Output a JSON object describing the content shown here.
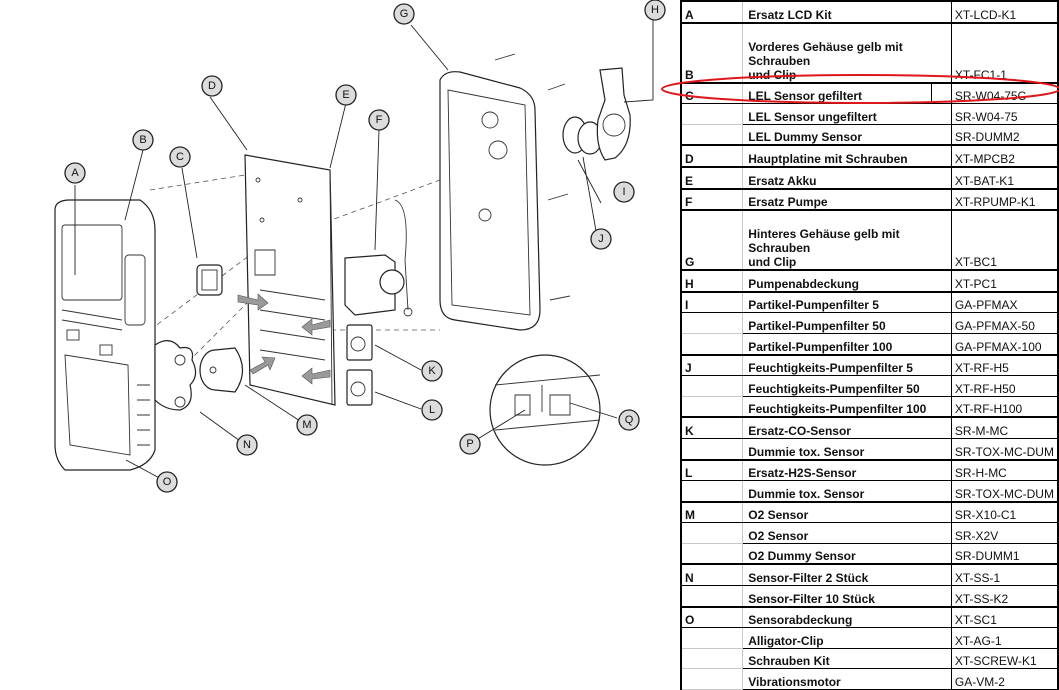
{
  "diagram": {
    "title": "Exploded view gas detector spare parts",
    "callouts": [
      "A",
      "B",
      "C",
      "D",
      "E",
      "F",
      "G",
      "H",
      "I",
      "J",
      "K",
      "L",
      "M",
      "N",
      "O",
      "P",
      "Q"
    ]
  },
  "table": {
    "highlight_color": "#e0161d",
    "highlighted_row": "C",
    "rows": [
      {
        "letter": "A",
        "name": "Ersatz LCD Kit",
        "code": "XT-LCD-K1"
      },
      {
        "letter": "B",
        "name": "Vorderes Gehäuse gelb mit Schrauben und Clip",
        "name_lines": [
          "Vorderes Gehäuse gelb mit",
          "Schrauben",
          "und Clip"
        ],
        "code": "XT-FC1-1"
      },
      {
        "letter": "C",
        "name": "LEL Sensor gefiltert",
        "code": "SR-W04-75C"
      },
      {
        "letter": "",
        "name": "LEL Sensor ungefiltert",
        "code": "SR-W04-75"
      },
      {
        "letter": "",
        "name": "LEL Dummy Sensor",
        "code": "SR-DUMM2"
      },
      {
        "letter": "D",
        "name": "Hauptplatine mit Schrauben",
        "code": "XT-MPCB2"
      },
      {
        "letter": "E",
        "name": "Ersatz Akku",
        "code": "XT-BAT-K1"
      },
      {
        "letter": "F",
        "name": "Ersatz Pumpe",
        "code": "XT-RPUMP-K1"
      },
      {
        "letter": "G",
        "name": "Hinteres Gehäuse gelb mit Schrauben und Clip",
        "name_lines": [
          "Hinteres Gehäuse gelb mit",
          "Schrauben",
          "und Clip"
        ],
        "code": "XT-BC1"
      },
      {
        "letter": "H",
        "name": "Pumpenabdeckung",
        "code": "XT-PC1"
      },
      {
        "letter": "I",
        "name": "Partikel-Pumpenfilter 5",
        "code": "GA-PFMAX"
      },
      {
        "letter": "",
        "name": "Partikel-Pumpenfilter 50",
        "code": "GA-PFMAX-50"
      },
      {
        "letter": "",
        "name": "Partikel-Pumpenfilter 100",
        "code": "GA-PFMAX-100"
      },
      {
        "letter": "J",
        "name": "Feuchtigkeits-Pumpenfilter 5",
        "code": "XT-RF-H5"
      },
      {
        "letter": "",
        "name": "Feuchtigkeits-Pumpenfilter 50",
        "code": "XT-RF-H50"
      },
      {
        "letter": "",
        "name": "Feuchtigkeits-Pumpenfilter 100",
        "code": "XT-RF-H100"
      },
      {
        "letter": "K",
        "name": "Ersatz-CO-Sensor",
        "code": "SR-M-MC"
      },
      {
        "letter": "",
        "name": "Dummie tox. Sensor",
        "code": "SR-TOX-MC-DUM"
      },
      {
        "letter": "L",
        "name": "Ersatz-H2S-Sensor",
        "code": "SR-H-MC"
      },
      {
        "letter": "",
        "name": "Dummie tox. Sensor",
        "code": "SR-TOX-MC-DUM"
      },
      {
        "letter": "M",
        "name": "O2 Sensor",
        "code": "SR-X10-C1"
      },
      {
        "letter": "",
        "name": "O2 Sensor",
        "code": "SR-X2V"
      },
      {
        "letter": "",
        "name": "O2 Dummy Sensor",
        "code": "SR-DUMM1"
      },
      {
        "letter": "N",
        "name": "Sensor-Filter 2 Stück",
        "code": "XT-SS-1"
      },
      {
        "letter": "",
        "name": "Sensor-Filter 10 Stück",
        "code": "XT-SS-K2"
      },
      {
        "letter": "O",
        "name": "Sensorabdeckung",
        "code": "XT-SC1"
      },
      {
        "letter": "",
        "name": "Alligator-Clip",
        "code": "XT-AG-1"
      },
      {
        "letter": "",
        "name": "Schrauben Kit",
        "code": "XT-SCREW-K1"
      },
      {
        "letter": "",
        "name": "Vibrationsmotor",
        "code": "GA-VM-2"
      }
    ]
  }
}
